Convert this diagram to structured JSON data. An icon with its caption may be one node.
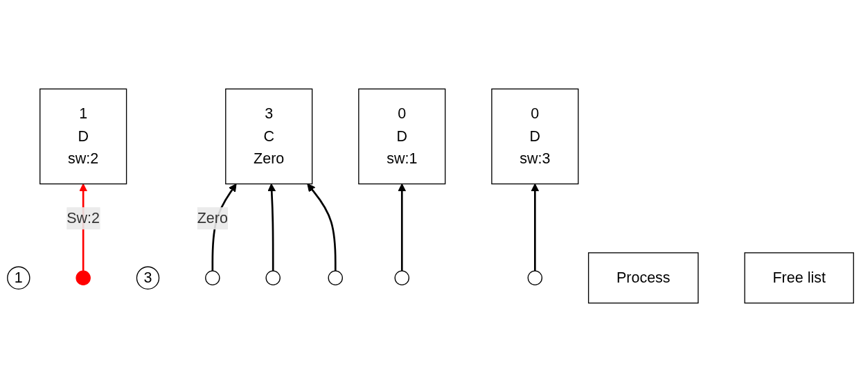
{
  "diagram": {
    "nodes": [
      {
        "text": [
          "0",
          "D",
          "sw:1"
        ]
      },
      {
        "text": [
          "1",
          "D",
          "sw:2"
        ]
      },
      {
        "text": [
          "0",
          "D",
          "sw:3"
        ]
      },
      {
        "text": [
          "3",
          "C",
          "Zero"
        ]
      },
      {
        "text": [
          "1"
        ]
      },
      {
        "text": [],
        "shape": "circle"
      },
      {
        "text": [
          "3"
        ]
      },
      {
        "text": [],
        "shape": "circle"
      },
      {
        "text": [],
        "shape": "circle"
      },
      {
        "text": [],
        "shape": "circle"
      },
      {
        "text": [],
        "shape": "circle"
      },
      {
        "text": [],
        "shape": "circle"
      },
      {
        "text": [
          "Process"
        ]
      },
      {
        "text": [
          "Free list"
        ]
      }
    ],
    "edges": [
      {
        "from": 5,
        "to": 1,
        "arrow": "to",
        "label": "Sw:2",
        "color": "#ff0000"
      },
      {
        "from": 10,
        "to": 0,
        "arrow": "to"
      },
      {
        "from": 11,
        "to": 2,
        "arrow": "to"
      },
      {
        "from": 7,
        "to": 3,
        "arrow": "to",
        "label": "Zero"
      },
      {
        "from": 8,
        "to": 3,
        "arrow": "to"
      },
      {
        "from": 9,
        "to": 3,
        "arrow": "to"
      }
    ]
  }
}
